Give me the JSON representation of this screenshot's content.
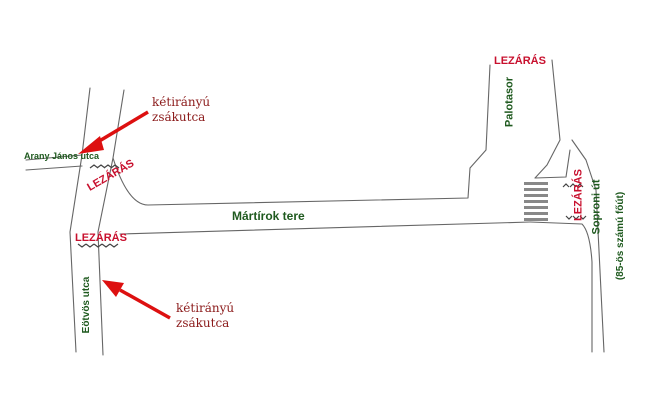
{
  "colors": {
    "street_text": "#1f5a1f",
    "closure_text": "#c8102e",
    "note_text": "#8b1a1a",
    "arrow": "#dd1010",
    "road_line": "#666666"
  },
  "streets": {
    "arany_janos": "Arany János utca",
    "martirok_tere": "Mártírok tere",
    "palotasor": "Palotasor",
    "eotvos": "Eötvös utca",
    "soproni_ut": "Soproni út",
    "soproni_note": "(85-ös számú főút)"
  },
  "closures": {
    "top": "LEZÁRÁS",
    "upper_left": "LEZÁRÁS",
    "lower_left": "LEZÁRÁS",
    "right": "LEZÁRÁS"
  },
  "notes": {
    "upper": {
      "line1": "kétirányú",
      "line2": "zsákutca"
    },
    "lower": {
      "line1": "kétirányú",
      "line2": "zsákutca"
    }
  },
  "icons": {
    "arrows": "arrow-icon",
    "barriers": "barrier-icon",
    "crosswalk": "crosswalk-icon"
  }
}
